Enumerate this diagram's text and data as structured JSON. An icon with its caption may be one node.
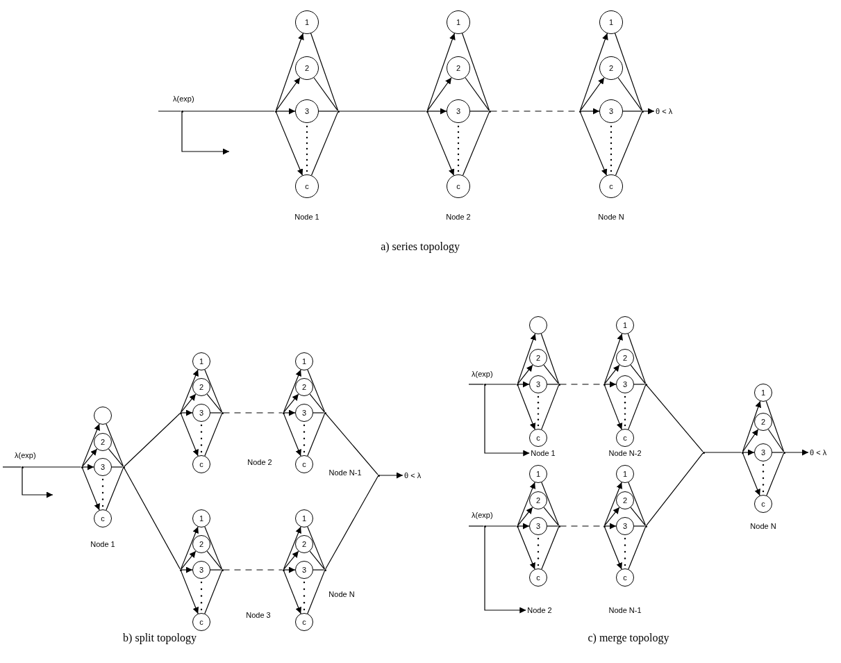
{
  "diagram": {
    "nodes": [
      {
        "text": [
          "Node 1"
        ]
      },
      {
        "text": [
          "1"
        ]
      },
      {
        "text": [
          "2"
        ]
      },
      {
        "text": [
          "3"
        ]
      },
      {
        "text": [
          "c"
        ]
      },
      {
        "text": [],
        "shape": "dot"
      },
      {
        "text": [],
        "shape": "dot"
      },
      {
        "text": [
          "Node 2"
        ]
      },
      {
        "text": [
          "1"
        ]
      },
      {
        "text": [
          "2"
        ]
      },
      {
        "text": [
          "3"
        ]
      },
      {
        "text": [
          "c"
        ]
      },
      {
        "text": [],
        "shape": "dot"
      },
      {
        "text": [],
        "shape": "dot"
      },
      {
        "text": [
          "Node N"
        ]
      },
      {
        "text": [
          "1"
        ]
      },
      {
        "text": [
          "2"
        ]
      },
      {
        "text": [
          "3"
        ]
      },
      {
        "text": [
          "c"
        ]
      },
      {
        "text": [],
        "shape": "dot"
      },
      {
        "text": [],
        "shape": "dot"
      },
      {
        "text": [
          "θ < λ"
        ]
      },
      {
        "text": [
          "Node 1"
        ]
      },
      {
        "text": [],
        "shape": "circle"
      },
      {
        "text": [
          "2"
        ]
      },
      {
        "text": [
          "3"
        ]
      },
      {
        "text": [
          "c"
        ]
      },
      {
        "text": [],
        "shape": "dot"
      },
      {
        "text": [],
        "shape": "dot"
      },
      {
        "text": [
          "Node 2"
        ]
      },
      {
        "text": [
          "1"
        ]
      },
      {
        "text": [
          "2"
        ]
      },
      {
        "text": [
          "3"
        ]
      },
      {
        "text": [
          "c"
        ]
      },
      {
        "text": [],
        "shape": "dot"
      },
      {
        "text": [],
        "shape": "dot"
      },
      {
        "text": [
          "Node N-1"
        ]
      },
      {
        "text": [
          "1"
        ]
      },
      {
        "text": [
          "2"
        ]
      },
      {
        "text": [
          "3"
        ]
      },
      {
        "text": [
          "c"
        ]
      },
      {
        "text": [],
        "shape": "dot"
      },
      {
        "text": [],
        "shape": "dot"
      },
      {
        "text": [
          "Node 3"
        ]
      },
      {
        "text": [
          "1"
        ]
      },
      {
        "text": [
          "2"
        ]
      },
      {
        "text": [
          "3"
        ]
      },
      {
        "text": [
          "c"
        ]
      },
      {
        "text": [],
        "shape": "dot"
      },
      {
        "text": [],
        "shape": "dot"
      },
      {
        "text": [
          "Node N"
        ]
      },
      {
        "text": [
          "1"
        ]
      },
      {
        "text": [
          "2"
        ]
      },
      {
        "text": [
          "3"
        ]
      },
      {
        "text": [
          "c"
        ]
      },
      {
        "text": [],
        "shape": "dot"
      },
      {
        "text": [],
        "shape": "dot"
      },
      {
        "text": [],
        "shape": "dot"
      },
      {
        "text": [
          "θ < λ"
        ]
      },
      {
        "text": [
          "Node 1"
        ]
      },
      {
        "text": [],
        "shape": "circle"
      },
      {
        "text": [
          "2"
        ]
      },
      {
        "text": [
          "3"
        ]
      },
      {
        "text": [
          "c"
        ]
      },
      {
        "text": [],
        "shape": "dot"
      },
      {
        "text": [],
        "shape": "dot"
      },
      {
        "text": [
          "Node N-2"
        ]
      },
      {
        "text": [
          "1"
        ]
      },
      {
        "text": [
          "2"
        ]
      },
      {
        "text": [
          "3"
        ]
      },
      {
        "text": [
          "c"
        ]
      },
      {
        "text": [],
        "shape": "dot"
      },
      {
        "text": [],
        "shape": "dot"
      },
      {
        "text": [
          "Node 2"
        ]
      },
      {
        "text": [
          "1"
        ]
      },
      {
        "text": [
          "2"
        ]
      },
      {
        "text": [
          "3"
        ]
      },
      {
        "text": [
          "c"
        ]
      },
      {
        "text": [],
        "shape": "dot"
      },
      {
        "text": [],
        "shape": "dot"
      },
      {
        "text": [
          "Node N-1"
        ]
      },
      {
        "text": [
          "1"
        ]
      },
      {
        "text": [
          "2"
        ]
      },
      {
        "text": [
          "3"
        ]
      },
      {
        "text": [
          "c"
        ]
      },
      {
        "text": [],
        "shape": "dot"
      },
      {
        "text": [],
        "shape": "dot"
      },
      {
        "text": [],
        "shape": "dot"
      },
      {
        "text": [
          "Node N"
        ]
      },
      {
        "text": [
          "1"
        ]
      },
      {
        "text": [
          "2"
        ]
      },
      {
        "text": [
          "3"
        ]
      },
      {
        "text": [
          "c"
        ]
      },
      {
        "text": [],
        "shape": "dot"
      },
      {
        "text": [],
        "shape": "dot"
      },
      {
        "text": [
          "θ < λ"
        ]
      },
      {
        "text": [],
        "shape": "dot"
      },
      {
        "text": [],
        "shape": "dot"
      },
      {
        "text": [],
        "shape": "dot"
      },
      {
        "text": [],
        "shape": "dot"
      }
    ],
    "edges": [
      {
        "from": 5,
        "to": 1,
        "arrow": "to"
      },
      {
        "from": 5,
        "to": 2,
        "arrow": "to"
      },
      {
        "from": 5,
        "to": 3,
        "arrow": "to"
      },
      {
        "from": 5,
        "to": 4,
        "arrow": "to"
      },
      {
        "from": 1,
        "to": 6,
        "arrow": "none"
      },
      {
        "from": 2,
        "to": 6,
        "arrow": "none"
      },
      {
        "from": 3,
        "to": 6,
        "arrow": "none"
      },
      {
        "from": 4,
        "to": 6,
        "arrow": "none"
      },
      {
        "from": 12,
        "to": 8,
        "arrow": "to"
      },
      {
        "from": 12,
        "to": 9,
        "arrow": "to"
      },
      {
        "from": 12,
        "to": 10,
        "arrow": "to"
      },
      {
        "from": 12,
        "to": 11,
        "arrow": "to"
      },
      {
        "from": 8,
        "to": 13,
        "arrow": "none"
      },
      {
        "from": 9,
        "to": 13,
        "arrow": "none"
      },
      {
        "from": 10,
        "to": 13,
        "arrow": "none"
      },
      {
        "from": 11,
        "to": 13,
        "arrow": "none"
      },
      {
        "from": 19,
        "to": 15,
        "arrow": "to"
      },
      {
        "from": 19,
        "to": 16,
        "arrow": "to"
      },
      {
        "from": 19,
        "to": 17,
        "arrow": "to"
      },
      {
        "from": 19,
        "to": 18,
        "arrow": "to"
      },
      {
        "from": 15,
        "to": 20,
        "arrow": "none"
      },
      {
        "from": 16,
        "to": 20,
        "arrow": "none"
      },
      {
        "from": 17,
        "to": 20,
        "arrow": "none"
      },
      {
        "from": 18,
        "to": 20,
        "arrow": "none"
      },
      {
        "from": null,
        "to": 96,
        "arrow": "none",
        "label": "λ(exp)"
      },
      {
        "from": 96,
        "to": 5,
        "arrow": "none"
      },
      {
        "from": 96,
        "to": null,
        "arrow": "to"
      },
      {
        "from": 6,
        "to": 12,
        "arrow": "none"
      },
      {
        "from": 13,
        "to": 19,
        "arrow": "none",
        "style": "dashed"
      },
      {
        "from": 20,
        "to": 21,
        "arrow": "to"
      },
      {
        "from": 27,
        "to": 23,
        "arrow": "to"
      },
      {
        "from": 27,
        "to": 24,
        "arrow": "to"
      },
      {
        "from": 27,
        "to": 25,
        "arrow": "to"
      },
      {
        "from": 27,
        "to": 26,
        "arrow": "to"
      },
      {
        "from": 23,
        "to": 28,
        "arrow": "none"
      },
      {
        "from": 24,
        "to": 28,
        "arrow": "none"
      },
      {
        "from": 25,
        "to": 28,
        "arrow": "none"
      },
      {
        "from": 26,
        "to": 28,
        "arrow": "none"
      },
      {
        "from": 34,
        "to": 30,
        "arrow": "to"
      },
      {
        "from": 34,
        "to": 31,
        "arrow": "to"
      },
      {
        "from": 34,
        "to": 32,
        "arrow": "to"
      },
      {
        "from": 34,
        "to": 33,
        "arrow": "to"
      },
      {
        "from": 30,
        "to": 35,
        "arrow": "none"
      },
      {
        "from": 31,
        "to": 35,
        "arrow": "none"
      },
      {
        "from": 32,
        "to": 35,
        "arrow": "none"
      },
      {
        "from": 33,
        "to": 35,
        "arrow": "none"
      },
      {
        "from": 41,
        "to": 37,
        "arrow": "to"
      },
      {
        "from": 41,
        "to": 38,
        "arrow": "to"
      },
      {
        "from": 41,
        "to": 39,
        "arrow": "to"
      },
      {
        "from": 41,
        "to": 40,
        "arrow": "to"
      },
      {
        "from": 37,
        "to": 42,
        "arrow": "none"
      },
      {
        "from": 38,
        "to": 42,
        "arrow": "none"
      },
      {
        "from": 39,
        "to": 42,
        "arrow": "none"
      },
      {
        "from": 40,
        "to": 42,
        "arrow": "none"
      },
      {
        "from": 48,
        "to": 44,
        "arrow": "to"
      },
      {
        "from": 48,
        "to": 45,
        "arrow": "to"
      },
      {
        "from": 48,
        "to": 46,
        "arrow": "to"
      },
      {
        "from": 48,
        "to": 47,
        "arrow": "to"
      },
      {
        "from": 44,
        "to": 49,
        "arrow": "none"
      },
      {
        "from": 45,
        "to": 49,
        "arrow": "none"
      },
      {
        "from": 46,
        "to": 49,
        "arrow": "none"
      },
      {
        "from": 47,
        "to": 49,
        "arrow": "none"
      },
      {
        "from": 55,
        "to": 51,
        "arrow": "to"
      },
      {
        "from": 55,
        "to": 52,
        "arrow": "to"
      },
      {
        "from": 55,
        "to": 53,
        "arrow": "to"
      },
      {
        "from": 55,
        "to": 54,
        "arrow": "to"
      },
      {
        "from": 51,
        "to": 56,
        "arrow": "none"
      },
      {
        "from": 52,
        "to": 56,
        "arrow": "none"
      },
      {
        "from": 53,
        "to": 56,
        "arrow": "none"
      },
      {
        "from": 54,
        "to": 56,
        "arrow": "none"
      },
      {
        "from": null,
        "to": 97,
        "arrow": "none",
        "label": "λ(exp)"
      },
      {
        "from": 97,
        "to": 27,
        "arrow": "none"
      },
      {
        "from": 97,
        "to": null,
        "arrow": "to"
      },
      {
        "from": 28,
        "to": 34,
        "arrow": "none"
      },
      {
        "from": 28,
        "to": 48,
        "arrow": "none"
      },
      {
        "from": 35,
        "to": 41,
        "arrow": "none",
        "style": "dashed"
      },
      {
        "from": 49,
        "to": 55,
        "arrow": "none",
        "style": "dashed"
      },
      {
        "from": 42,
        "to": 57,
        "arrow": "none"
      },
      {
        "from": 56,
        "to": 57,
        "arrow": "none"
      },
      {
        "from": 57,
        "to": 58,
        "arrow": "to"
      },
      {
        "from": 64,
        "to": 60,
        "arrow": "to"
      },
      {
        "from": 64,
        "to": 61,
        "arrow": "to"
      },
      {
        "from": 64,
        "to": 62,
        "arrow": "to"
      },
      {
        "from": 64,
        "to": 63,
        "arrow": "to"
      },
      {
        "from": 60,
        "to": 65,
        "arrow": "none"
      },
      {
        "from": 61,
        "to": 65,
        "arrow": "none"
      },
      {
        "from": 62,
        "to": 65,
        "arrow": "none"
      },
      {
        "from": 63,
        "to": 65,
        "arrow": "none"
      },
      {
        "from": 71,
        "to": 67,
        "arrow": "to"
      },
      {
        "from": 71,
        "to": 68,
        "arrow": "to"
      },
      {
        "from": 71,
        "to": 69,
        "arrow": "to"
      },
      {
        "from": 71,
        "to": 70,
        "arrow": "to"
      },
      {
        "from": 67,
        "to": 72,
        "arrow": "none"
      },
      {
        "from": 68,
        "to": 72,
        "arrow": "none"
      },
      {
        "from": 69,
        "to": 72,
        "arrow": "none"
      },
      {
        "from": 70,
        "to": 72,
        "arrow": "none"
      },
      {
        "from": 78,
        "to": 74,
        "arrow": "to"
      },
      {
        "from": 78,
        "to": 75,
        "arrow": "to"
      },
      {
        "from": 78,
        "to": 76,
        "arrow": "to"
      },
      {
        "from": 78,
        "to": 77,
        "arrow": "to"
      },
      {
        "from": 74,
        "to": 79,
        "arrow": "none"
      },
      {
        "from": 75,
        "to": 79,
        "arrow": "none"
      },
      {
        "from": 76,
        "to": 79,
        "arrow": "none"
      },
      {
        "from": 77,
        "to": 79,
        "arrow": "none"
      },
      {
        "from": 85,
        "to": 81,
        "arrow": "to"
      },
      {
        "from": 85,
        "to": 82,
        "arrow": "to"
      },
      {
        "from": 85,
        "to": 83,
        "arrow": "to"
      },
      {
        "from": 85,
        "to": 84,
        "arrow": "to"
      },
      {
        "from": 81,
        "to": 86,
        "arrow": "none"
      },
      {
        "from": 82,
        "to": 86,
        "arrow": "none"
      },
      {
        "from": 83,
        "to": 86,
        "arrow": "none"
      },
      {
        "from": 84,
        "to": 86,
        "arrow": "none"
      },
      {
        "from": 93,
        "to": 89,
        "arrow": "to"
      },
      {
        "from": 93,
        "to": 90,
        "arrow": "to"
      },
      {
        "from": 93,
        "to": 91,
        "arrow": "to"
      },
      {
        "from": 93,
        "to": 92,
        "arrow": "to"
      },
      {
        "from": 89,
        "to": 94,
        "arrow": "none"
      },
      {
        "from": 90,
        "to": 94,
        "arrow": "none"
      },
      {
        "from": 91,
        "to": 94,
        "arrow": "none"
      },
      {
        "from": 92,
        "to": 94,
        "arrow": "none"
      },
      {
        "from": null,
        "to": 98,
        "arrow": "none",
        "label": "λ(exp)"
      },
      {
        "from": 98,
        "to": 64,
        "arrow": "none"
      },
      {
        "from": 98,
        "to": 59,
        "arrow": "to"
      },
      {
        "from": 65,
        "to": 71,
        "arrow": "none",
        "style": "dashed"
      },
      {
        "from": null,
        "to": 99,
        "arrow": "none",
        "label": "λ(exp)"
      },
      {
        "from": 99,
        "to": 78,
        "arrow": "none"
      },
      {
        "from": 99,
        "to": 73,
        "arrow": "to"
      },
      {
        "from": 79,
        "to": 85,
        "arrow": "none",
        "style": "dashed"
      },
      {
        "from": 72,
        "to": 87,
        "arrow": "none"
      },
      {
        "from": 86,
        "to": 87,
        "arrow": "none"
      },
      {
        "from": 87,
        "to": 93,
        "arrow": "none"
      },
      {
        "from": 94,
        "to": 95,
        "arrow": "to"
      }
    ],
    "labels": [
      "a) series topology",
      "b) split topology",
      "c) merge topology"
    ]
  }
}
